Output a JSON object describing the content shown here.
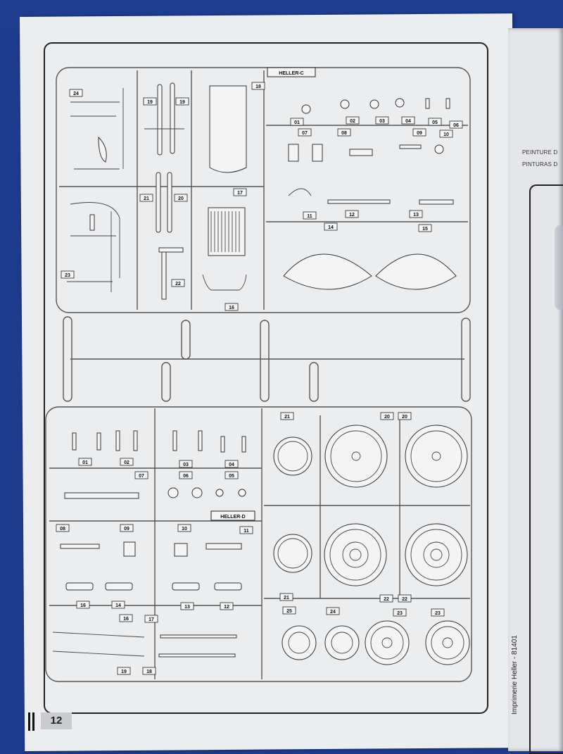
{
  "page": {
    "page_number": "12",
    "imprint_text": "Imprimerie Heller - 81401",
    "right_page_lines": [
      "PEINTURE D",
      "PINTURAS D"
    ]
  },
  "sprues": {
    "upper": {
      "brand": "HELLER-C",
      "labels": [
        "24",
        "19",
        "19",
        "18",
        "21",
        "20",
        "17",
        "23",
        "22",
        "16",
        "01",
        "07",
        "08",
        "02",
        "03",
        "04",
        "05",
        "06",
        "09",
        "10",
        "11",
        "12",
        "13",
        "14",
        "15"
      ]
    },
    "lower": {
      "brand": "HELLER-D",
      "labels": [
        "01",
        "02",
        "07",
        "03",
        "04",
        "06",
        "05",
        "08",
        "09",
        "10",
        "11",
        "16",
        "14",
        "13",
        "12",
        "16",
        "17",
        "19",
        "18",
        "21",
        "20",
        "20",
        "21",
        "22",
        "22",
        "25",
        "24",
        "23",
        "23"
      ]
    }
  }
}
